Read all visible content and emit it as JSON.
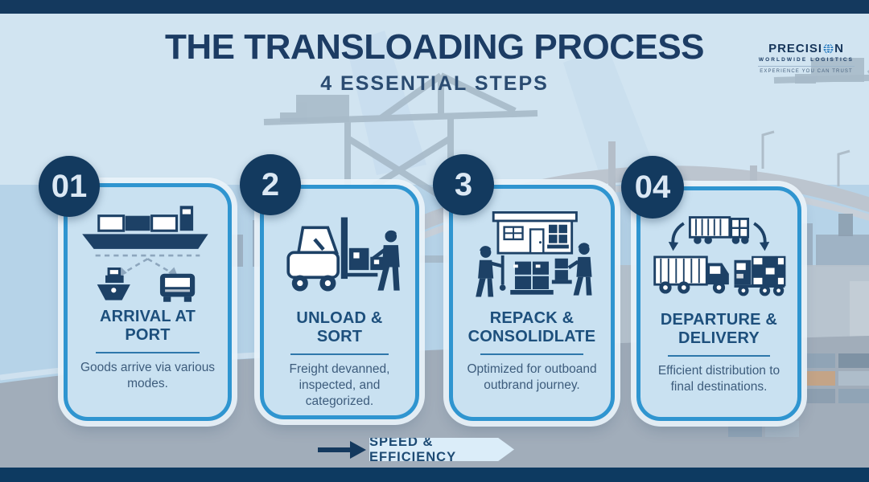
{
  "header": {
    "title": "THE TRANSLOADING PROCESS",
    "subtitle": "4 ESSENTIAL STEPS"
  },
  "logo": {
    "name_part1": "PRECISI",
    "name_part2": "N",
    "globe_icon": "globe-icon",
    "subtitle": "WORLDWIDE LOGISTICS",
    "tagline": "EXPERIENCE YOU CAN TRUST"
  },
  "steps": [
    {
      "number": "01",
      "title": "ARRIVAL AT PORT",
      "description": "Goods arrive via various modes.",
      "icon": "cargo-ship-transfer-icon"
    },
    {
      "number": "2",
      "title": "UNLOAD & SORT",
      "description": "Freight devanned, inspected, and categorized.",
      "icon": "forklift-unloading-icon"
    },
    {
      "number": "3",
      "title": "REPACK & CONSOLIDLATE",
      "description": "Optimized for outboand outbrand journey.",
      "icon": "warehouse-repack-icon"
    },
    {
      "number": "04",
      "title": "DEPARTURE & DELIVERY",
      "description": "Efficient distribution to final destinations.",
      "icon": "delivery-trucks-icon"
    }
  ],
  "footer": {
    "banner_label": "SPEED & EFFICIENCY"
  },
  "colors": {
    "navy_bar": "#14395e",
    "badge_navy": "#133a5f",
    "card_border_blue": "#2f95d0",
    "card_fill": "#c9e1f1",
    "icon_navy": "#1d4166",
    "title_navy": "#1c3c64",
    "sky": "#d1e4f1",
    "water": "#b6d3e8",
    "dock_gray": "#a1adba",
    "banner_fill": "#dbedf9"
  }
}
